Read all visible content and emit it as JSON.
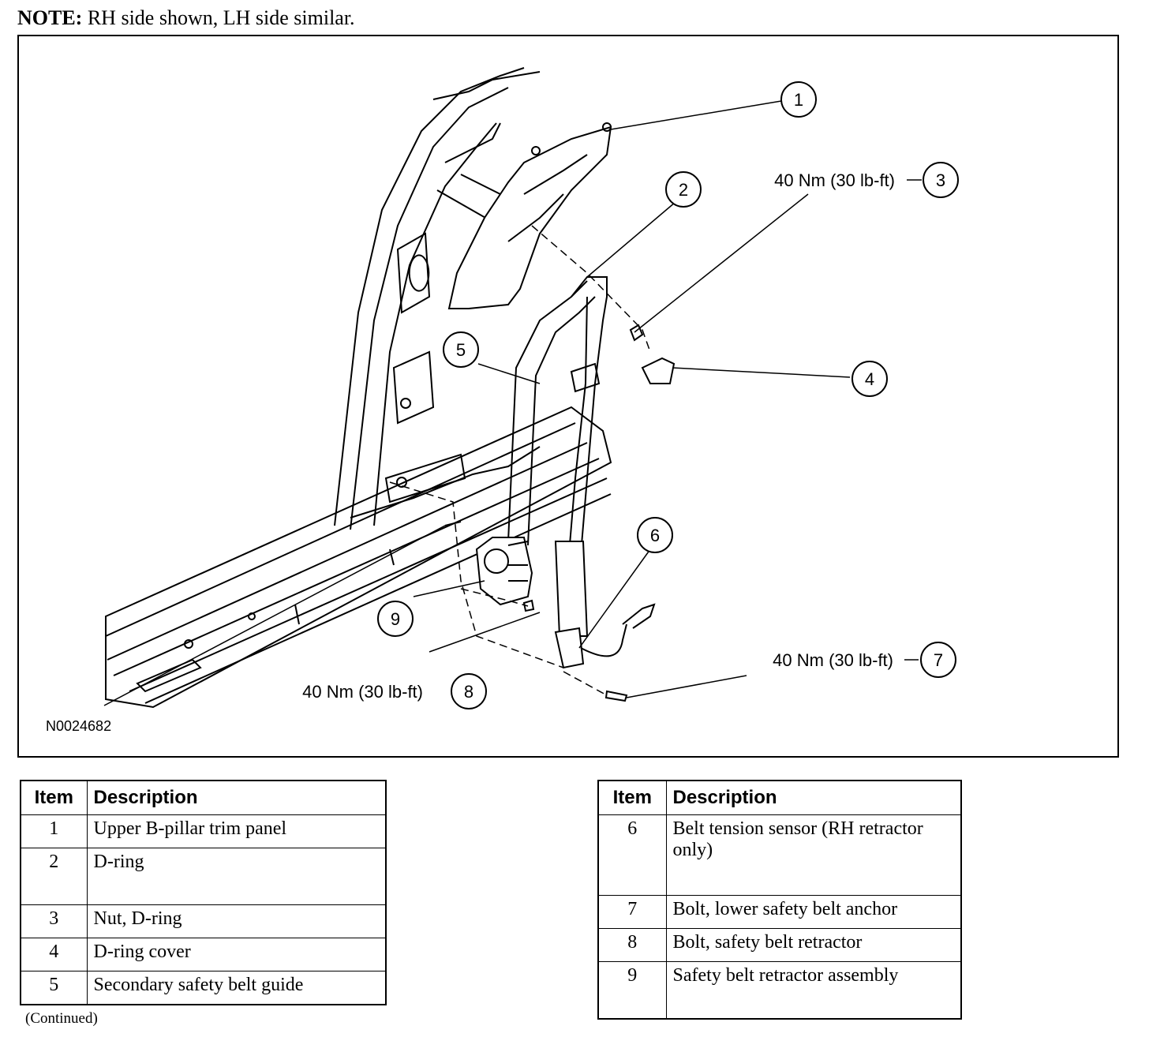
{
  "note": {
    "label": "NOTE:",
    "text": " RH side shown, LH side similar."
  },
  "figure": {
    "id": "N0024682",
    "callouts": [
      {
        "num": "1"
      },
      {
        "num": "2"
      },
      {
        "num": "3",
        "torque": "40 Nm (30 lb-ft)"
      },
      {
        "num": "4"
      },
      {
        "num": "5"
      },
      {
        "num": "6"
      },
      {
        "num": "7",
        "torque": "40 Nm (30 lb-ft)"
      },
      {
        "num": "8",
        "torque": "40 Nm (30 lb-ft)"
      },
      {
        "num": "9"
      }
    ]
  },
  "tables": {
    "header_item": "Item",
    "header_desc": "Description",
    "left": [
      {
        "item": "1",
        "desc": "Upper B-pillar trim panel"
      },
      {
        "item": "2",
        "desc": "D-ring"
      },
      {
        "item": "3",
        "desc": "Nut, D-ring"
      },
      {
        "item": "4",
        "desc": "D-ring cover"
      },
      {
        "item": "5",
        "desc": "Secondary safety belt guide"
      }
    ],
    "right": [
      {
        "item": "6",
        "desc": "Belt tension sensor (RH retractor only)"
      },
      {
        "item": "7",
        "desc": "Bolt, lower safety belt anchor"
      },
      {
        "item": "8",
        "desc": "Bolt, safety belt retractor"
      },
      {
        "item": "9",
        "desc": "Safety belt retractor assembly"
      }
    ]
  },
  "continued": "(Continued)"
}
